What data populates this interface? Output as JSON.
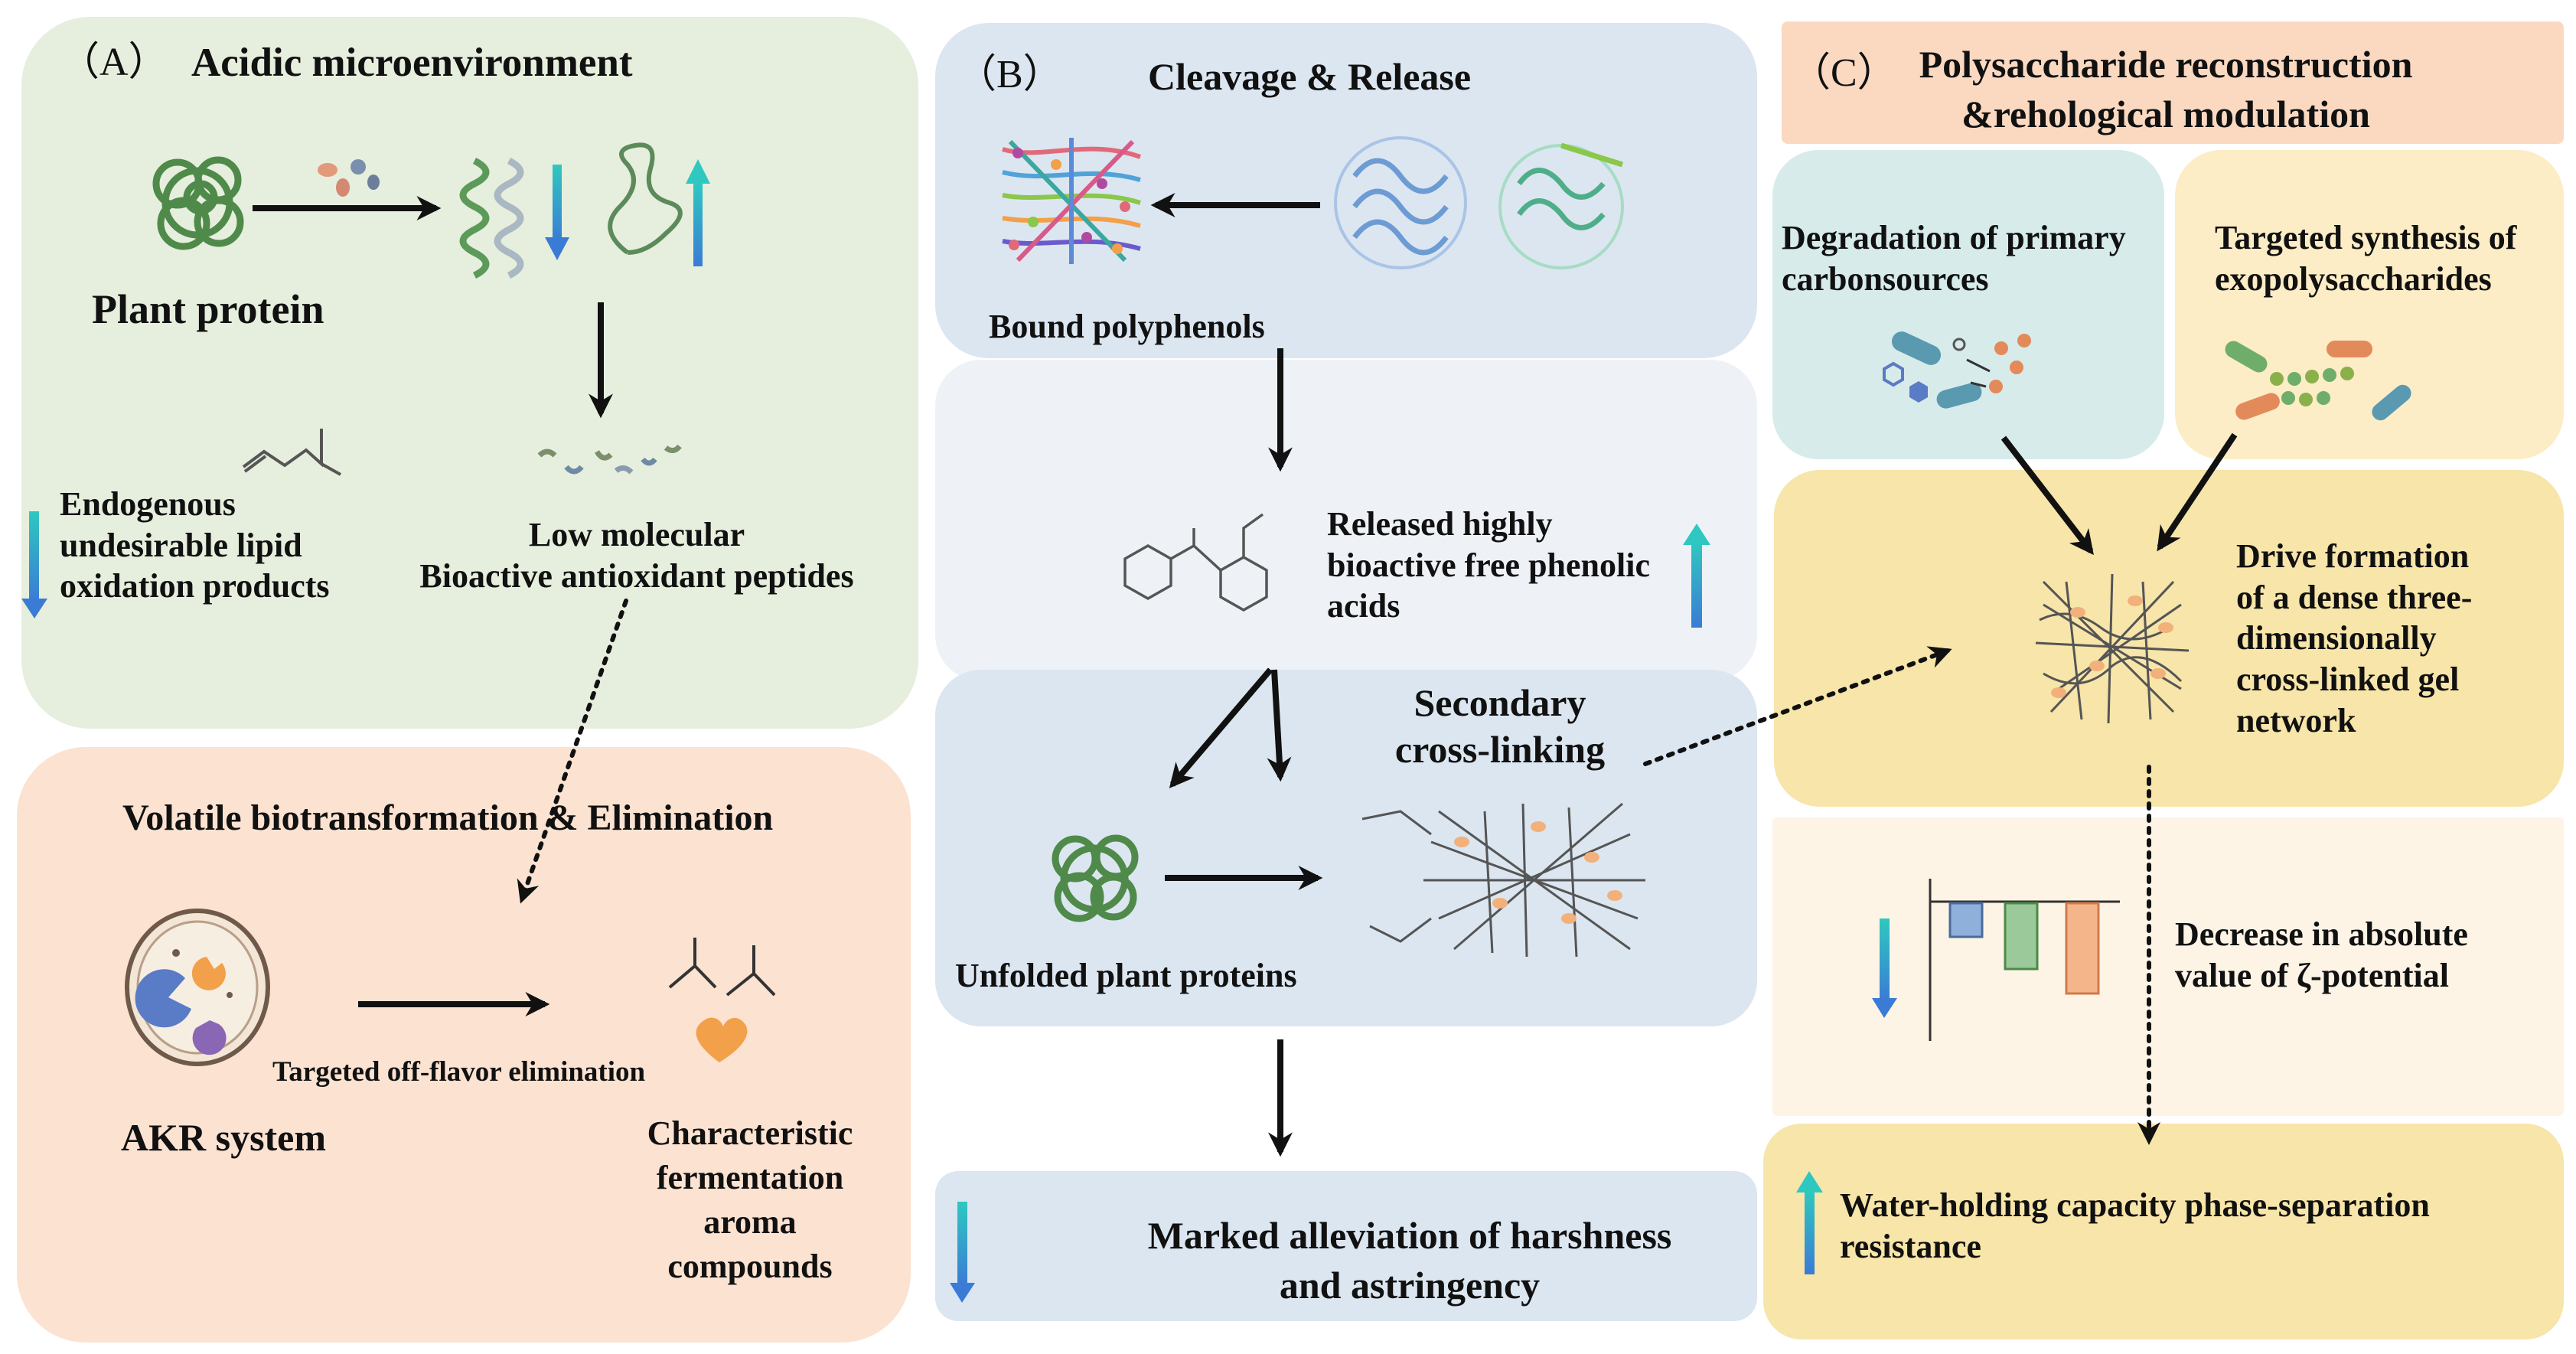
{
  "panel_a": {
    "label": "（A）",
    "title": "Acidic microenvironment",
    "plant_protein": "Plant protein",
    "endogenous": "Endogenous\nundesirable lipid\noxidation products",
    "peptides": "Low molecular\nBioactive antioxidant peptides"
  },
  "panel_volatile": {
    "title": "Volatile biotransformation & Elimination",
    "akr": "AKR system",
    "targeted": "Targeted off-flavor elimination",
    "aroma": "Characteristic\nfermentation\naroma\ncompounds"
  },
  "panel_b": {
    "label": "（B）",
    "title": "Cleavage & Release",
    "bound": "Bound polyphenols",
    "released": "Released highly\nbioactive free phenolic\nacids",
    "secondary": "Secondary\ncross-linking",
    "unfolded": "Unfolded plant proteins",
    "marked": "Marked alleviation of harshness\nand astringency"
  },
  "panel_c": {
    "label": "（C）",
    "title": "Polysaccharide reconstruction\n&rehological modulation",
    "degradation": "Degradation of primary\ncarbonsources",
    "targeted_synthesis": "Targeted synthesis of\nexopolysaccharides",
    "drive": "Drive formation\nof a dense three-\ndimensionally\ncross-linked gel\nnetwork",
    "zeta": "Decrease in absolute\nvalue of ζ-potential",
    "water": "Water-holding capacity phase-separation\nresistance"
  },
  "colors": {
    "green_panel": "#e6eedd",
    "peach_panel": "#fbe2d1",
    "blue_panel": "#dce6f0",
    "light_blue_panel": "#eef2f7",
    "c_header": "#fbd9c1",
    "teal_box": "#d7ebeb",
    "cream_box": "#fcedc6",
    "gold_box": "#f7e5a9",
    "light_cream": "#fdf4e6",
    "arrow_up": "#2fb8c8",
    "arrow_down": "#3a7bd5"
  }
}
